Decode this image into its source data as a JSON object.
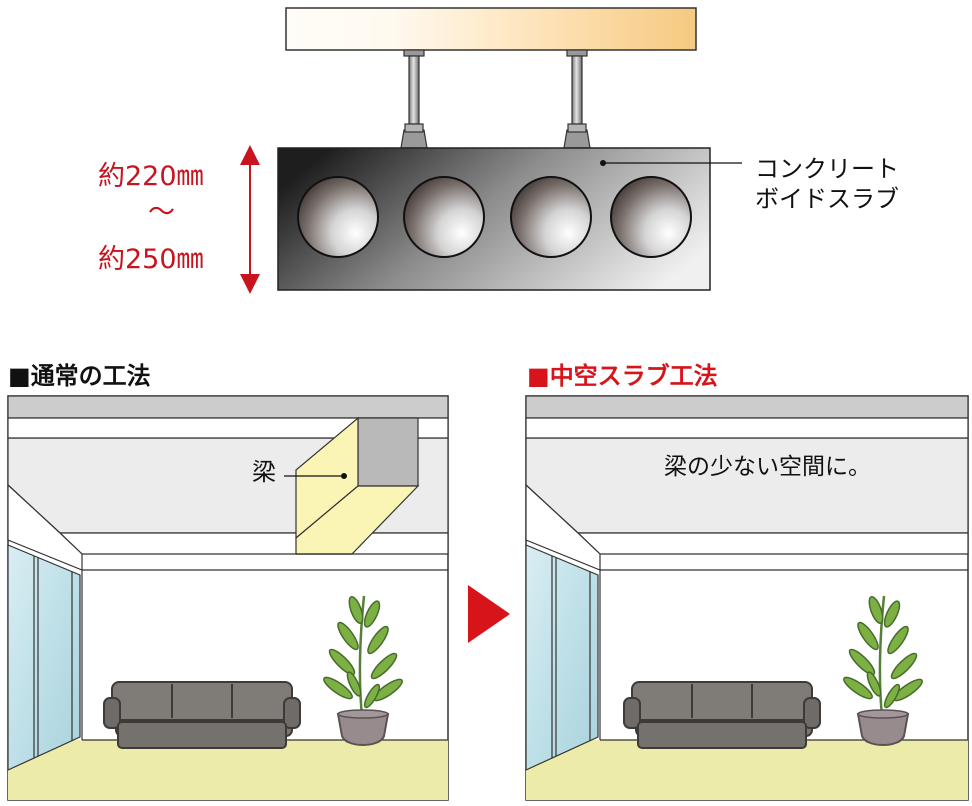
{
  "diagram": {
    "thickness_label": {
      "top": "約220㎜",
      "tilde": "〜",
      "bottom": "約250㎜"
    },
    "slab_callout": {
      "line1": "コンクリート",
      "line2": "ボイドスラブ"
    },
    "void_count": 4,
    "support_count": 2
  },
  "panels": {
    "left": {
      "heading_marker": "■",
      "heading_text": "通常の工法",
      "beam_label": "梁"
    },
    "right": {
      "heading_marker": "■",
      "heading_text": "中空スラブ工法",
      "caption": "梁の少ない空間に。"
    }
  },
  "colors": {
    "accent_red": "#d7141a",
    "dimension_red": "#c8141e",
    "beam_yellow": "#fbf5b5",
    "floor_yellow": "#ecebaa",
    "ceiling_grey": "#cccccc",
    "sofa_grey": "#7a7672",
    "plant_green": "#7cb043",
    "pot_mauve": "#978b8e"
  }
}
